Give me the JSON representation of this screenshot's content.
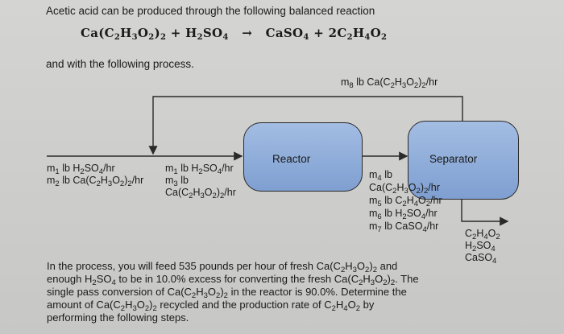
{
  "intro": "Acetic acid can be produced through the following balanced reaction",
  "process_intro": "and with the following process.",
  "units": {
    "reactor": "Reactor",
    "separator": "Separator"
  },
  "given": {
    "fresh_feed_lb_per_hr": "535",
    "excess_percent": "10.0%",
    "single_pass_conversion": "90.0%"
  },
  "colors": {
    "unit_fill": "#8eaad9",
    "background": "#cfcfcd"
  }
}
